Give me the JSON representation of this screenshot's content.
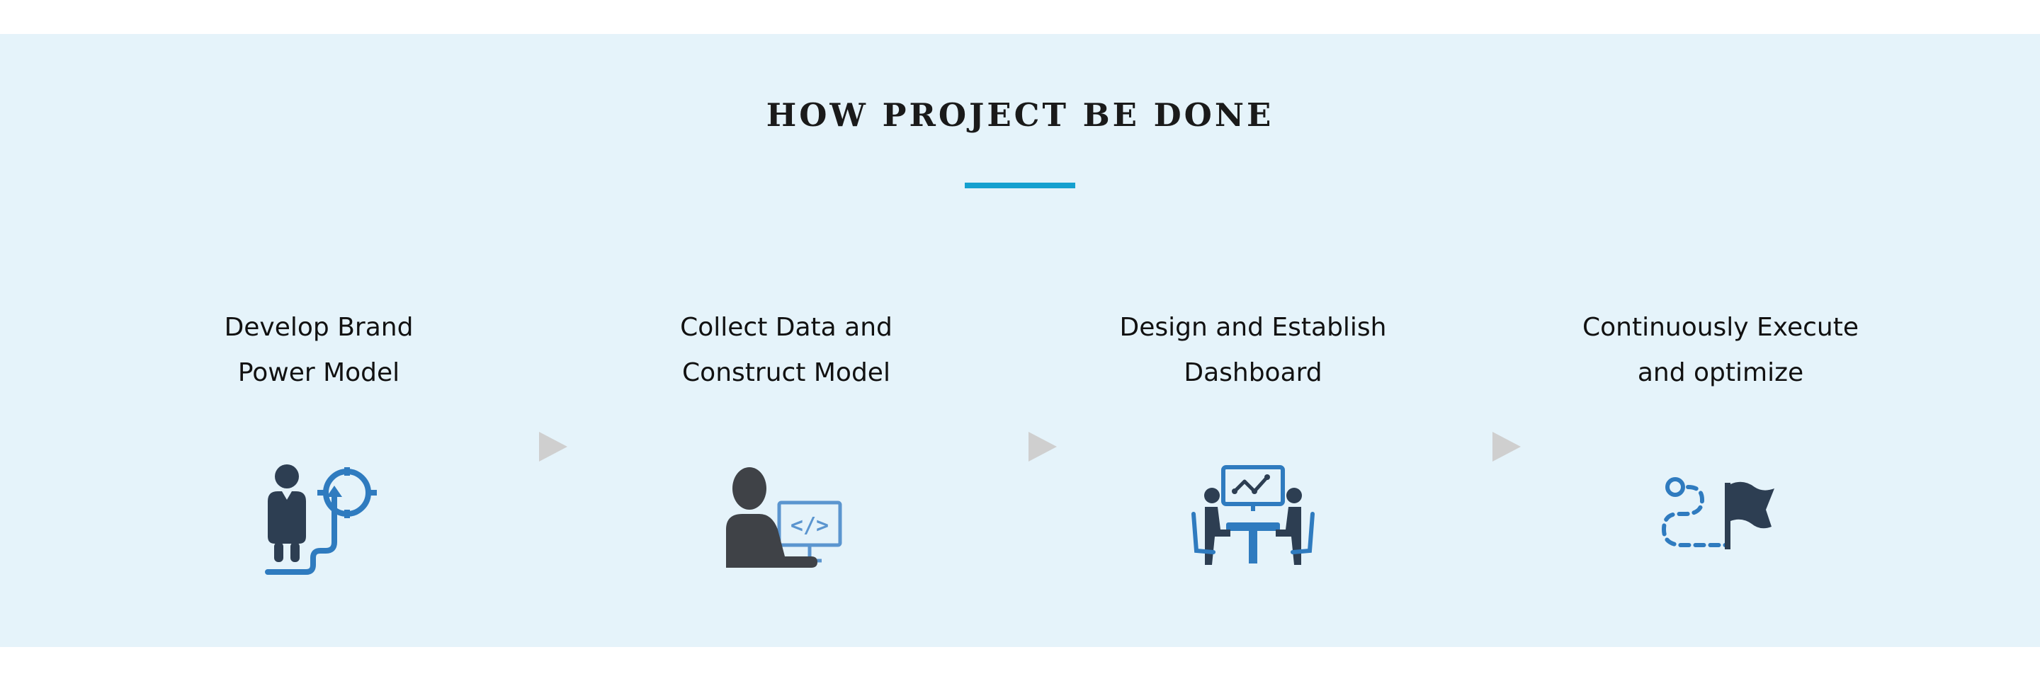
{
  "section": {
    "title": "HOW PROJECT BE DONE"
  },
  "steps": [
    {
      "line1": "Develop Brand",
      "line2": "Power Model",
      "icon": "person-target-path-icon"
    },
    {
      "line1": "Collect Data and",
      "line2": "Construct Model",
      "icon": "person-computer-code-icon"
    },
    {
      "line1": "Design and Establish",
      "line2": "Dashboard",
      "icon": "meeting-dashboard-icon"
    },
    {
      "line1": "Continuously Execute",
      "line2": "and optimize",
      "icon": "path-to-flag-icon"
    }
  ],
  "colors": {
    "panel_background": "#e5f3fa",
    "accent_underline": "#15a0cf",
    "icon_dark": "#2d3e52",
    "icon_blue": "#2f7bbf",
    "arrow": "#cfcfcf"
  }
}
